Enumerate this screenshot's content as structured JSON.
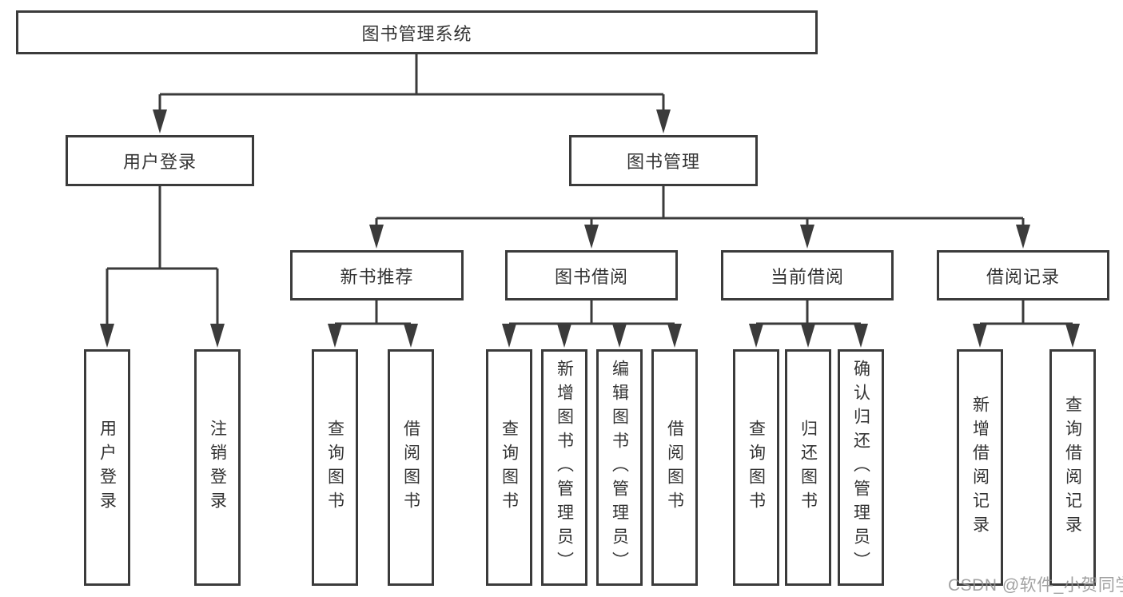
{
  "tree": {
    "root": {
      "label": "图书管理系统"
    },
    "branches": [
      {
        "label": "用户登录",
        "children": [
          "用户登录",
          "注销登录"
        ]
      },
      {
        "label": "图书管理",
        "children": [
          {
            "label": "新书推荐",
            "children": [
              "查询图书",
              "借阅图书"
            ]
          },
          {
            "label": "图书借阅",
            "children": [
              "查询图书",
              "新增图书（管理员）",
              "编辑图书（管理员）",
              "借阅图书"
            ]
          },
          {
            "label": "当前借阅",
            "children": [
              "查询图书",
              "归还图书",
              "确认归还（管理员）"
            ]
          },
          {
            "label": "借阅记录",
            "children": [
              "新增借阅记录",
              "查询借阅记录"
            ]
          }
        ]
      }
    ]
  },
  "watermark": {
    "text": "CSDN @软件_小贺同学"
  },
  "colors": {
    "line": "#3b3b3b",
    "box_border": "#3b3b3b",
    "text": "#333333",
    "background": "#ffffff",
    "watermark": "#919191"
  }
}
